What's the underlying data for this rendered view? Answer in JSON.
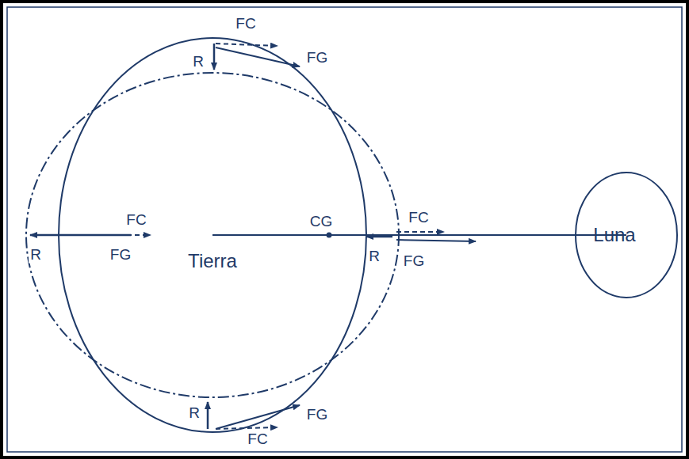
{
  "diagram": {
    "nodes": [
      {
        "text": [
          "Tierra"
        ]
      },
      {
        "text": [
          "Luna"
        ]
      }
    ],
    "edges": [
      {
        "from": 0,
        "to": 1,
        "arrow": "none"
      }
    ],
    "labels": [
      "FC",
      "R",
      "FG",
      "CG",
      "FC",
      "FC",
      "R",
      "FG",
      "R",
      "FG",
      "FG",
      "R",
      "FC"
    ]
  }
}
